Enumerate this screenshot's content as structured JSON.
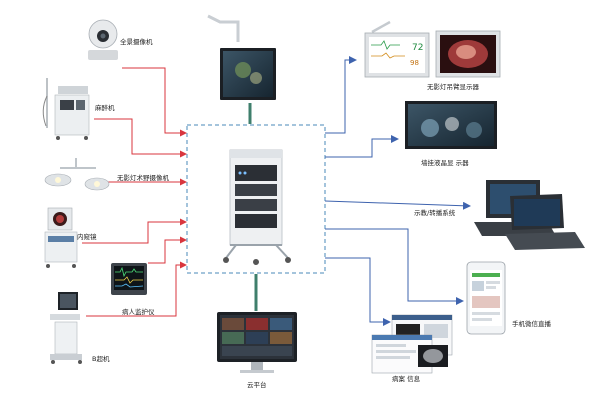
{
  "colors": {
    "input_line": "#d9363e",
    "output_line": "#3e63ae",
    "cloud_line": "#3f7f6c",
    "frame": "#4a88b8"
  },
  "inputs": {
    "camera": "全景摄像机",
    "anesthesia": "麻醉机",
    "light_camera": "无影灯术野摄像机",
    "endoscope": "内窥镜",
    "monitor": "病人监护仪",
    "ultrasound": "B超机"
  },
  "outputs": {
    "boom_display": "无影灯吊臂显示器",
    "wall_display": "墙挂液晶显 示器",
    "teaching": "示教/转播系统",
    "mobile": "手机微信直播",
    "records": "病案 信息"
  },
  "cloud": {
    "label": "云平台"
  }
}
